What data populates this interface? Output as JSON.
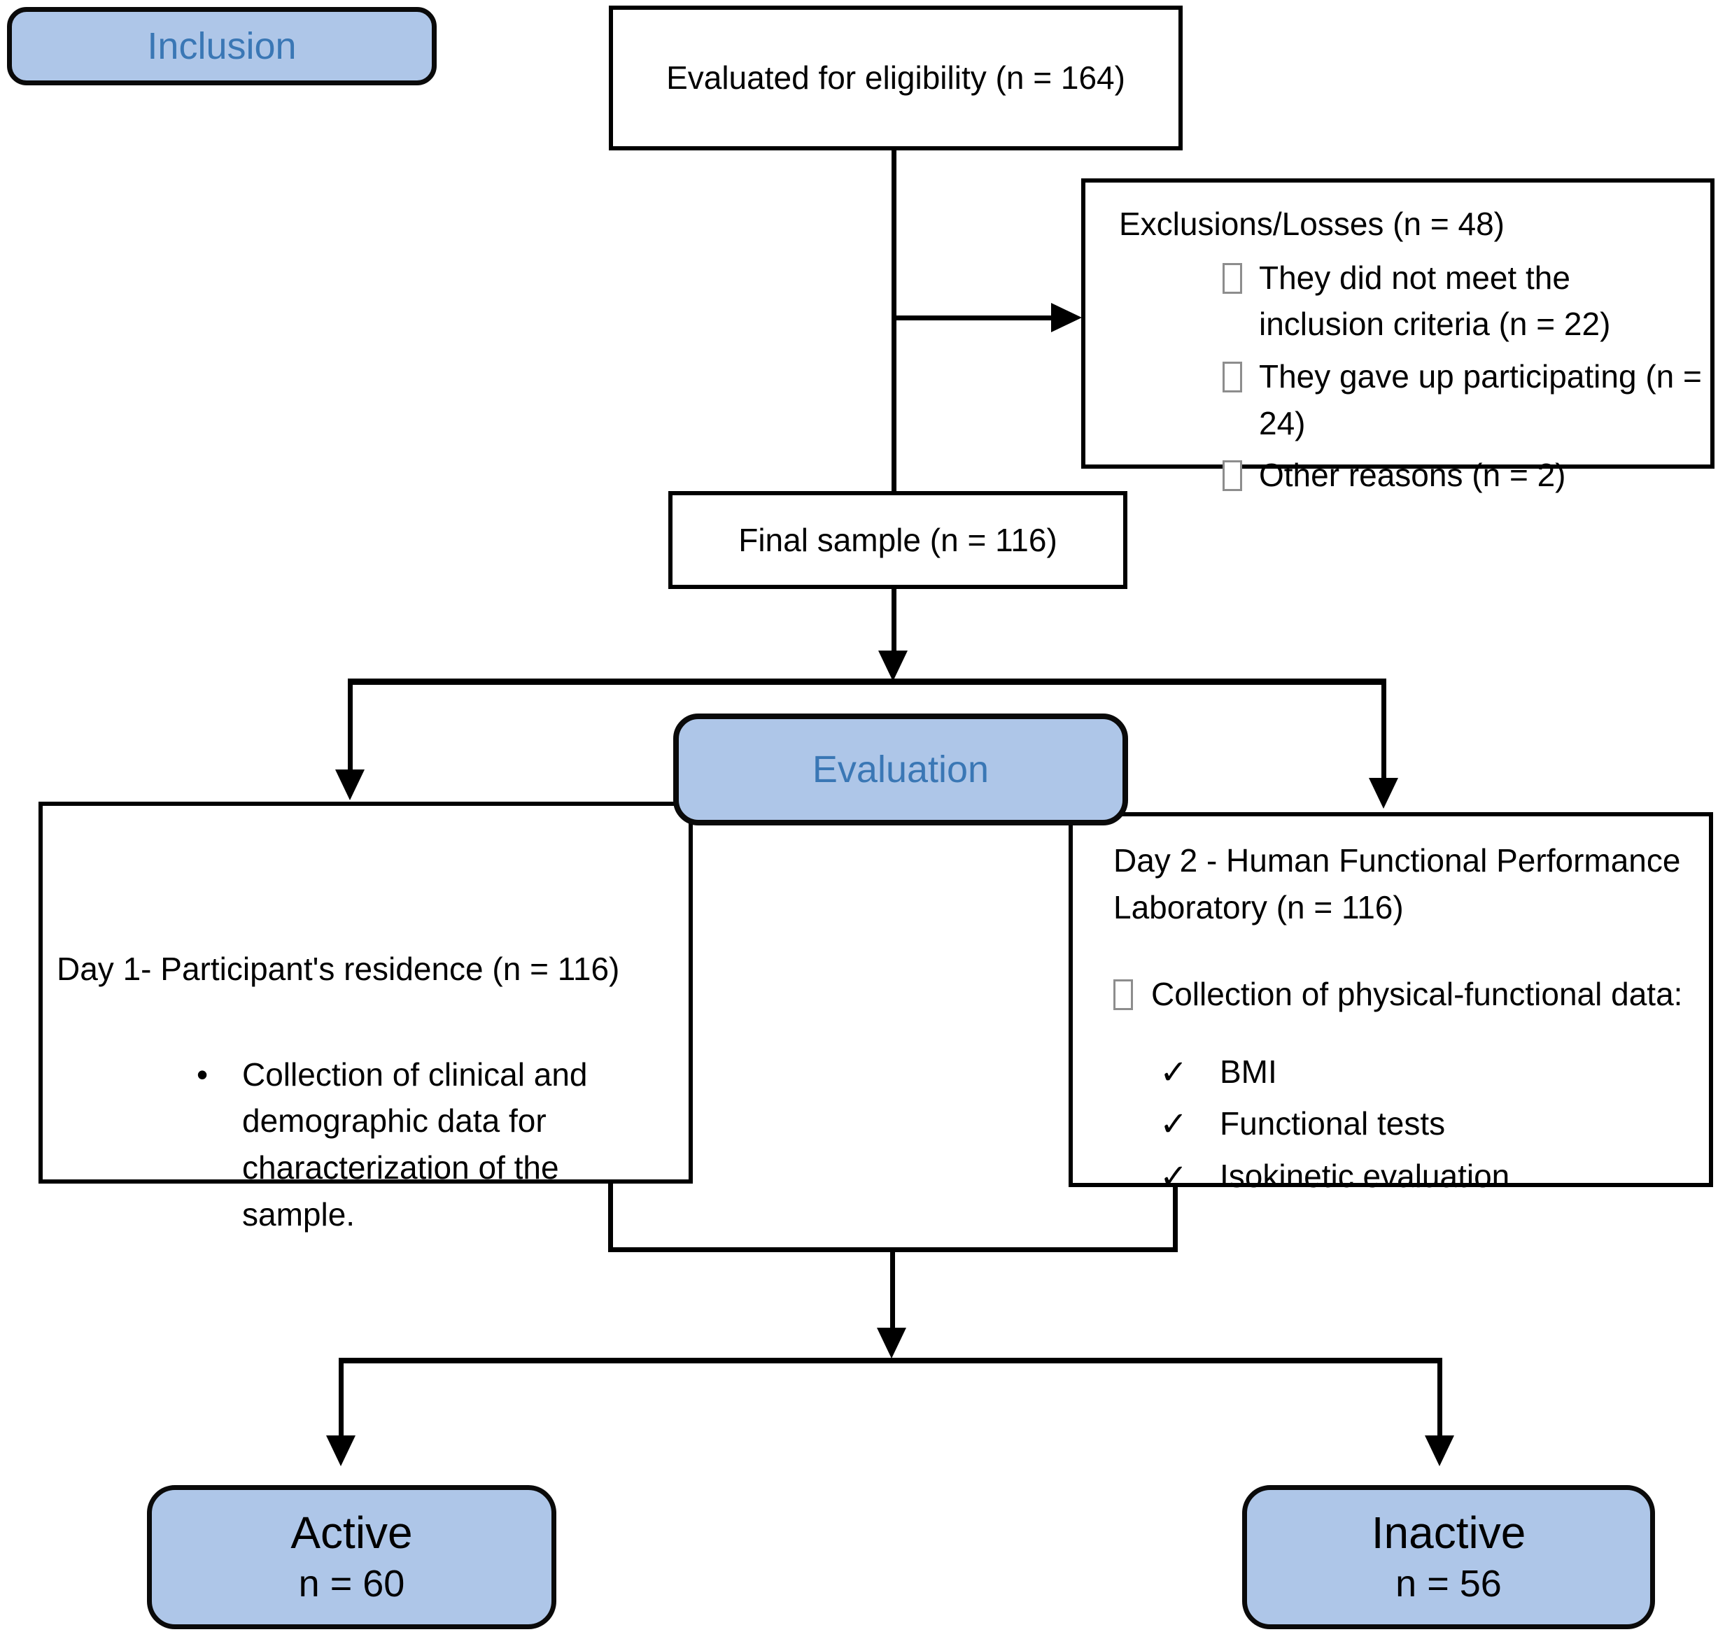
{
  "colors": {
    "box_fill": "#aec6e8",
    "blue_text": "#3a77b5",
    "line": "#000000"
  },
  "glyphs": {
    "check": "✓",
    "bullet": "•"
  },
  "stage_labels": {
    "inclusion": "Inclusion",
    "evaluation": "Evaluation"
  },
  "boxes": {
    "eligibility": {
      "text": "Evaluated for eligibility (n = 164)"
    },
    "exclusions": {
      "title": "Exclusions/Losses (n = 48)",
      "items": [
        "They did not meet the inclusion criteria (n = 22)",
        "They gave up participating (n = 24)",
        "Other reasons (n = 2)"
      ]
    },
    "final_sample": {
      "text": "Final sample (n = 116)"
    },
    "day1": {
      "title": "Day 1- Participant's residence (n = 116)",
      "items": [
        "Collection of clinical and demographic data for characterization of the sample."
      ]
    },
    "day2": {
      "title": "Day 2 - Human Functional Performance Laboratory (n = 116)",
      "lead": "Collection of physical-functional data:",
      "items": [
        "BMI",
        "Functional tests",
        "Isokinetic evaluation"
      ]
    },
    "active": {
      "title": "Active",
      "count": "n = 60"
    },
    "inactive": {
      "title": "Inactive",
      "count": "n = 56"
    }
  }
}
